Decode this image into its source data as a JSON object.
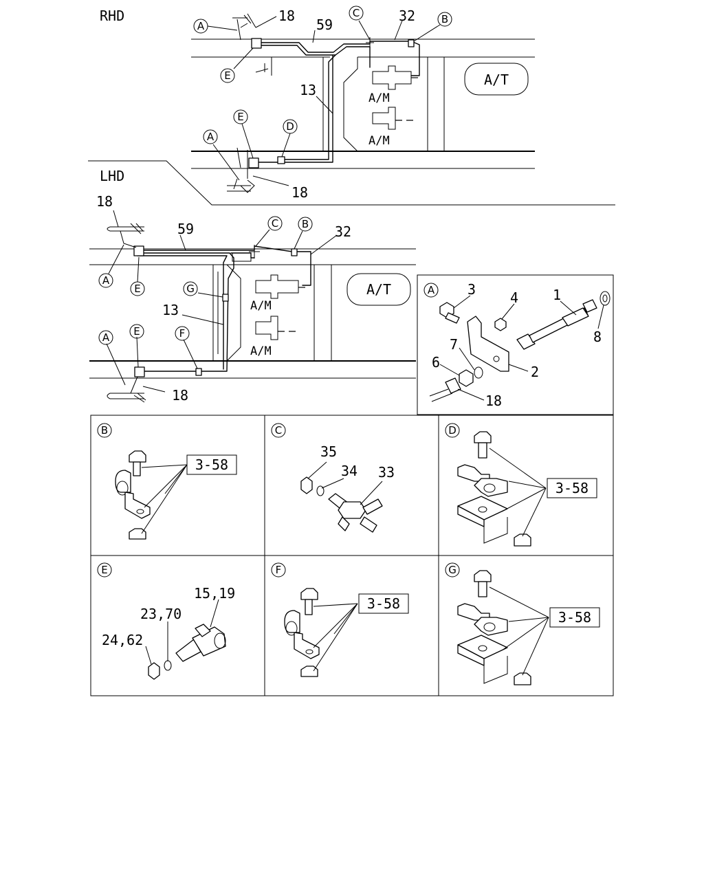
{
  "labels": {
    "rhd": "RHD",
    "lhd": "LHD",
    "at": "A/T",
    "am": "A/M",
    "ref": "3-58"
  },
  "callouts": {
    "a": "A",
    "b": "B",
    "c": "C",
    "d": "D",
    "e": "E",
    "f": "F",
    "g": "G"
  },
  "parts": {
    "p1": "1",
    "p2": "2",
    "p3": "3",
    "p4": "4",
    "p6": "6",
    "p7": "7",
    "p8": "8",
    "p13": "13",
    "p18": "18",
    "p32": "32",
    "p33": "33",
    "p34": "34",
    "p35": "35",
    "p59": "59",
    "p15_19": "15,19",
    "p23_70": "23,70",
    "p24_62": "24,62"
  }
}
